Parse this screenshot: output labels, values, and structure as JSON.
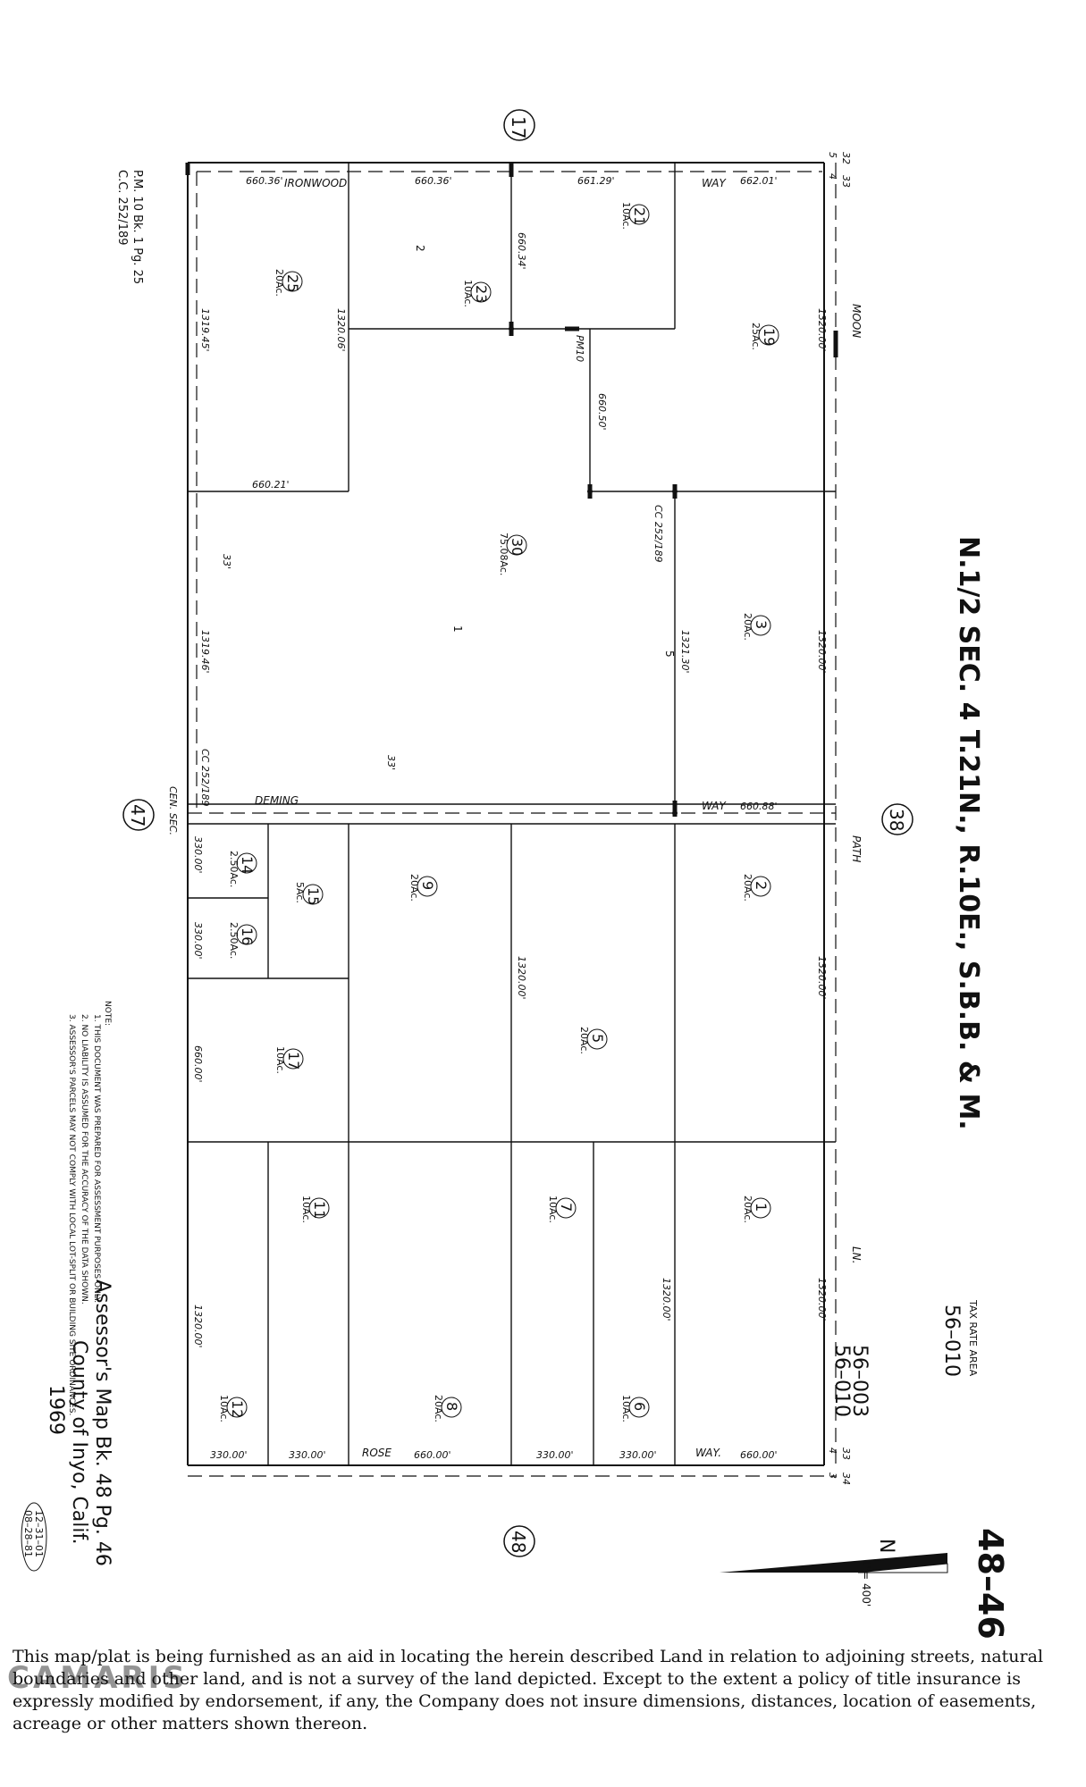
{
  "title": "N.1/2 SEC. 4 T.21N., R.10E., S.B.B. & M.",
  "map_number": "48–46",
  "tax_rate_area": {
    "label": "TAX RATE AREA",
    "values": [
      "56–010",
      "56–003",
      "56–010"
    ]
  },
  "scale": {
    "label": "1\"= 400'",
    "north": "N"
  },
  "reference": {
    "pm": "P.M. 10 Bk. 1 Pg. 25",
    "cc": "C.C. 252/189"
  },
  "book": {
    "line1": "Assessor's Map Bk. 48 Pg. 46",
    "line2": "County of Inyo, Calif.",
    "year": "1969",
    "stamp1": "12–31–01",
    "stamp2": "08–28–81"
  },
  "notes": {
    "heading": "NOTE:",
    "items": [
      "1. THIS DOCUMENT WAS PREPARED FOR ASSESSMENT PURPOSES ONLY.",
      "2. NO LIABILITY IS ASSUMED FOR THE ACCURACY OF THE DATA SHOWN.",
      "3. ASSESSOR'S PARCELS MAY NOT COMPLY WITH LOCAL LOT-SPLIT OR BUILDING SITE ORDINANCES."
    ]
  },
  "adjacent_books": [
    "17",
    "38",
    "47",
    "48"
  ],
  "streets": [
    "IRONWOOD",
    "WAY",
    "MOON",
    "DEMING",
    "WAY",
    "PATH",
    "LN.",
    "ROSE",
    "WAY."
  ],
  "parcels": [
    {
      "num": "25",
      "acres": "20Ac."
    },
    {
      "num": "23",
      "acres": "10Ac."
    },
    {
      "num": "21",
      "acres": "10Ac."
    },
    {
      "num": "19",
      "acres": "25Ac."
    },
    {
      "num": "30",
      "acres": "75.08Ac."
    },
    {
      "num": "3",
      "acres": "20Ac."
    },
    {
      "num": "14",
      "acres": "2.50Ac."
    },
    {
      "num": "16",
      "acres": "2.50Ac."
    },
    {
      "num": "15",
      "acres": "5Ac."
    },
    {
      "num": "9",
      "acres": "20Ac."
    },
    {
      "num": "2",
      "acres": "20Ac."
    },
    {
      "num": "17",
      "acres": "10Ac."
    },
    {
      "num": "5",
      "acres": "20Ac."
    },
    {
      "num": "11",
      "acres": "10Ac."
    },
    {
      "num": "7",
      "acres": "10Ac."
    },
    {
      "num": "1",
      "acres": "20Ac."
    },
    {
      "num": "12",
      "acres": "10Ac."
    },
    {
      "num": "8",
      "acres": "20Ac."
    },
    {
      "num": "6",
      "acres": "10Ac."
    }
  ],
  "lot_numbers": [
    "2",
    "1",
    "5"
  ],
  "dimensions": {
    "top": [
      "660.36'",
      "660.36'",
      "661.29'",
      "662.01'"
    ],
    "mid": [
      "660.34'",
      "660.50'",
      "660.21'",
      "660.88'"
    ],
    "long": [
      "1319.45'",
      "1320.06'",
      "1320.00'",
      "1319.46'",
      "1321.30'",
      "1320.00'",
      "1320.00'",
      "1320.00'",
      "1320.00'",
      "1320.00'",
      "1320.00'"
    ],
    "small": [
      "330.00'",
      "330.00'",
      "660.00'",
      "330.00'",
      "330.00'",
      "660.00'",
      "330.00'",
      "330.00'",
      "660.00'"
    ],
    "offsets": [
      "33'",
      "33'"
    ],
    "section_ticks": [
      "5",
      "4",
      "33",
      "32",
      "4",
      "33",
      "3",
      "34"
    ]
  },
  "annotations": {
    "cc1": "CC 252/189",
    "cc2": "CC 252/189",
    "pm": "PM10",
    "cen": "CEN. SEC."
  },
  "disclaimer": "This map/plat is being furnished as an aid in locating the herein described Land in relation to adjoining streets, natural boundaries and other land, and is not a survey of the land depicted. Except to the extent a policy of title insurance is expressly modified by endorsement, if any, the Company does not insure dimensions, distances, location of easements, acreage or other matters shown thereon.",
  "watermark": "CAMARIS"
}
